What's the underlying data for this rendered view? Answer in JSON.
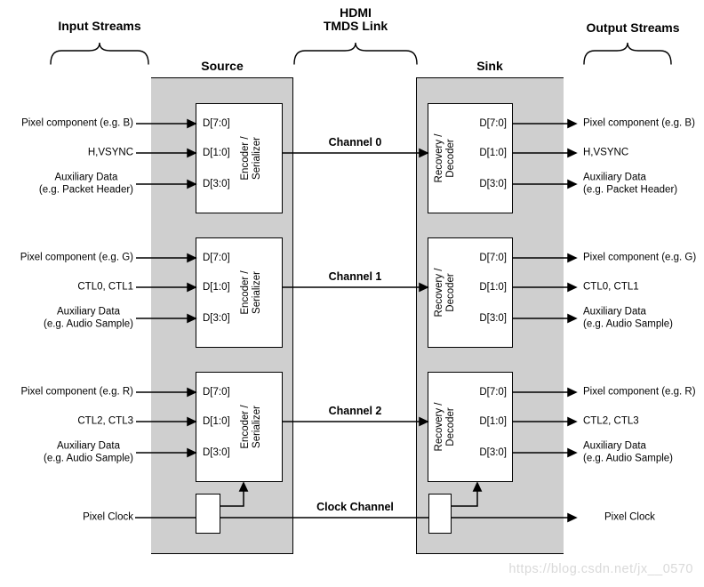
{
  "header": {
    "input_streams": "Input Streams",
    "hdmi_title": "HDMI\nTMDS Link",
    "output_streams": "Output Streams",
    "source": "Source",
    "sink": "Sink"
  },
  "rows": [
    {
      "channel": "Channel 0",
      "encoder": "Encoder /\nSerializer",
      "decoder": "Recovery /\nDecoder",
      "ports": [
        "D[7:0]",
        "D[1:0]",
        "D[3:0]"
      ],
      "inputs": [
        "Pixel component (e.g. B)",
        "H,VSYNC",
        "Auxiliary Data\n(e.g. Packet Header)"
      ],
      "outputs": [
        "Pixel component (e.g. B)",
        "H,VSYNC",
        "Auxiliary Data\n(e.g. Packet Header)"
      ]
    },
    {
      "channel": "Channel 1",
      "encoder": "Encoder /\nSerializer",
      "decoder": "Recovery /\nDecoder",
      "ports": [
        "D[7:0]",
        "D[1:0]",
        "D[3:0]"
      ],
      "inputs": [
        "Pixel component (e.g. G)",
        "CTL0, CTL1",
        "Auxiliary Data\n(e.g. Audio Sample)"
      ],
      "outputs": [
        "Pixel component (e.g. G)",
        "CTL0, CTL1",
        "Auxiliary Data\n(e.g. Audio Sample)"
      ]
    },
    {
      "channel": "Channel 2",
      "encoder": "Encoder /\nSerializer",
      "decoder": "Recovery /\nDecoder",
      "ports": [
        "D[7:0]",
        "D[1:0]",
        "D[3:0]"
      ],
      "inputs": [
        "Pixel component (e.g. R)",
        "CTL2, CTL3",
        "Auxiliary Data\n(e.g. Audio Sample)"
      ],
      "outputs": [
        "Pixel component (e.g. R)",
        "CTL2, CTL3",
        "Auxiliary Data\n(e.g. Audio Sample)"
      ]
    }
  ],
  "clock": {
    "input": "Pixel Clock",
    "channel": "Clock Channel",
    "output": "Pixel Clock"
  },
  "watermark": "https://blog.csdn.net/jx__0570",
  "colors": {
    "panel_gray": "#cfcfcf",
    "line_black": "#000000",
    "watermark_gray": "#d9d9d9"
  }
}
